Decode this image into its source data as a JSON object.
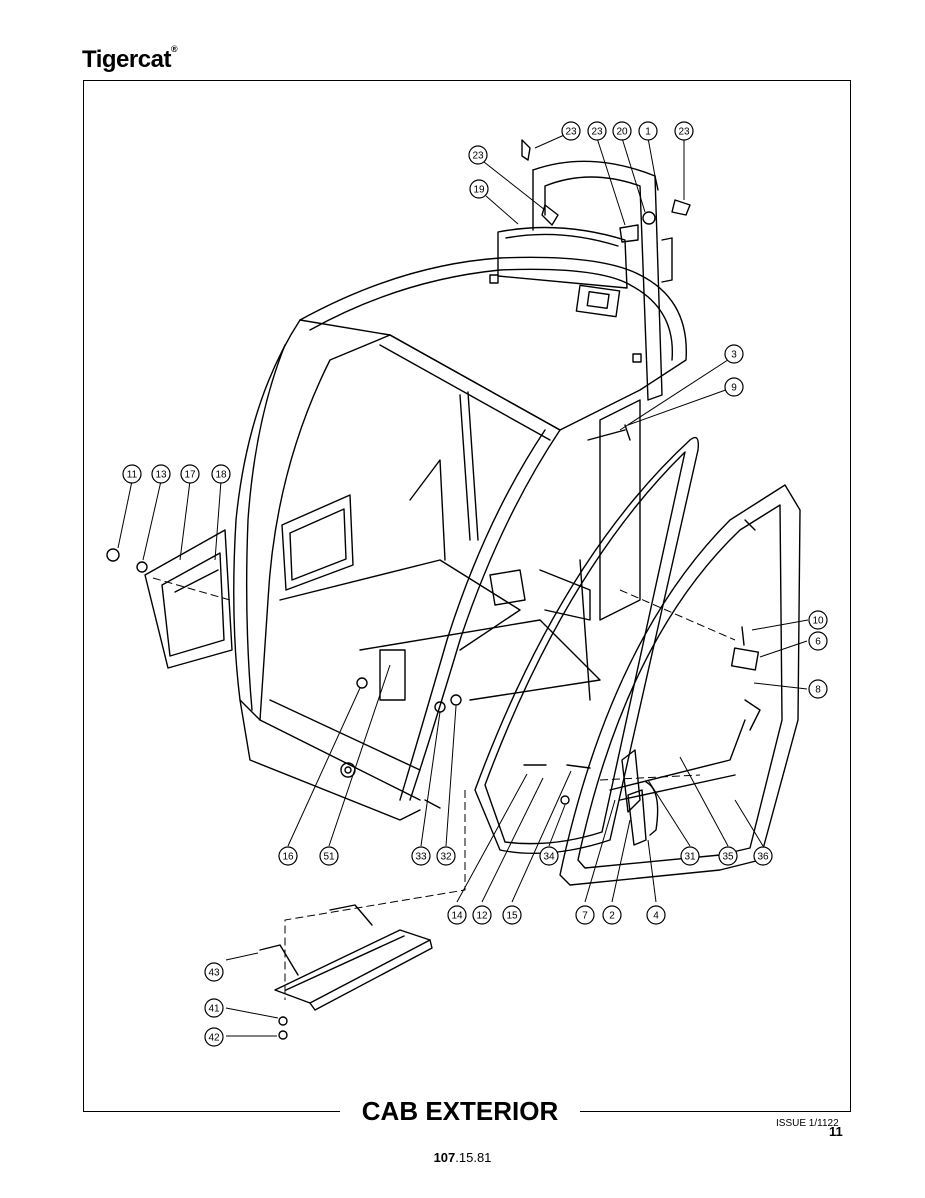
{
  "brand": {
    "name": "Tigercat",
    "mark": "®"
  },
  "title": "CAB EXTERIOR",
  "issue": "ISSUE 1/1122",
  "page_number": "11",
  "doc_number": {
    "bold": "107",
    "rest": ".15.81"
  },
  "callouts": [
    "23",
    "23",
    "20",
    "1",
    "23",
    "23",
    "19",
    "3",
    "9",
    "11",
    "13",
    "17",
    "18",
    "10",
    "6",
    "8",
    "16",
    "51",
    "33",
    "32",
    "34",
    "31",
    "35",
    "36",
    "14",
    "12",
    "15",
    "7",
    "2",
    "4",
    "43",
    "41",
    "42"
  ]
}
